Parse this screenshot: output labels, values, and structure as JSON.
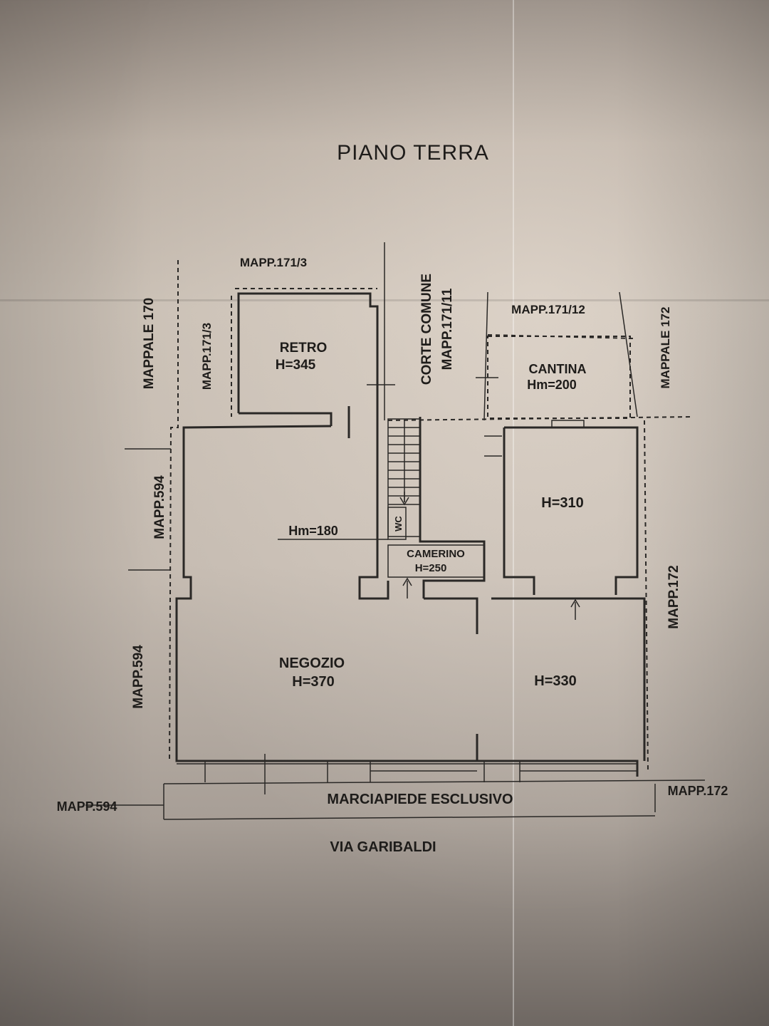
{
  "title": "PIANO TERRA",
  "rooms": {
    "retro": {
      "name": "RETRO",
      "height": "H=345"
    },
    "cantina": {
      "name": "CANTINA",
      "height": "Hm=200"
    },
    "room_310": {
      "height": "H=310"
    },
    "wc": {
      "name": "WC"
    },
    "camerino": {
      "name": "CAMERINO",
      "height": "H=250"
    },
    "negozio": {
      "name": "NEGOZIO",
      "height": "H=370"
    },
    "room_330": {
      "height": "H=330"
    },
    "stairs": {
      "height": "Hm=180"
    }
  },
  "parcels": {
    "top_left": "MAPP.171/3",
    "left_vertical": "MAPP.171/3",
    "mappale_170": "MAPPALE 170",
    "corte_comune": "CORTE COMUNE",
    "corte_mapp": "MAPP.171/11",
    "top_right": "MAPP.171/12",
    "mappale_172": "MAPPALE 172",
    "left_594_upper": "MAPP.594",
    "left_594_lower": "MAPP.594",
    "right_172": "MAPP.172",
    "bottom_left_594": "MAPP.594",
    "bottom_right_172": "MAPP.172"
  },
  "street": {
    "sidewalk": "MARCIAPIEDE ESCLUSIVO",
    "road": "VIA GARIBALDI"
  }
}
